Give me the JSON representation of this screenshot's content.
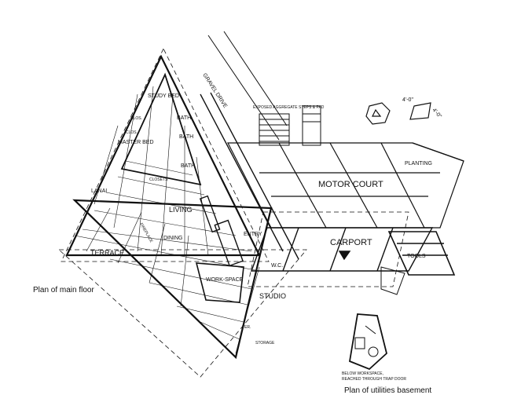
{
  "diagram": {
    "road_label": "GRAVEL DRIVE",
    "note_steps": "EXPOSED AGGREGATE STEPS & PAD",
    "dimension_a": "4'-0\"",
    "dimension_b": "4'-0\"",
    "rooms": {
      "study_bed": "STUDY BED",
      "closet_1": "CLOS.",
      "closet_2": "CLOS.",
      "bath_1": "BATH",
      "master_bed": "MASTER BED",
      "bath_2": "BATH",
      "closets": "CLOSETS",
      "lanai": "LANAI",
      "living": "LIVING",
      "dining": "DINING",
      "terrace": "TERRACE",
      "entry": "ENTRY",
      "workspace": "WORK-SPACE",
      "wc": "W.C.",
      "studio": "STUDIO",
      "motor_court": "MOTOR COURT",
      "planting": "PLANTING",
      "carport": "CARPORT",
      "tools": "TOOLS",
      "terrace_tag": "TER.",
      "storage": "STORAGE",
      "fireplace": "FIREPLACE"
    },
    "basement_note": "BELOW WORKSPACE, REACHED THROUGH TRAP DOOR",
    "caption_main": "Plan of main floor",
    "caption_basement": "Plan of utilities basement"
  }
}
